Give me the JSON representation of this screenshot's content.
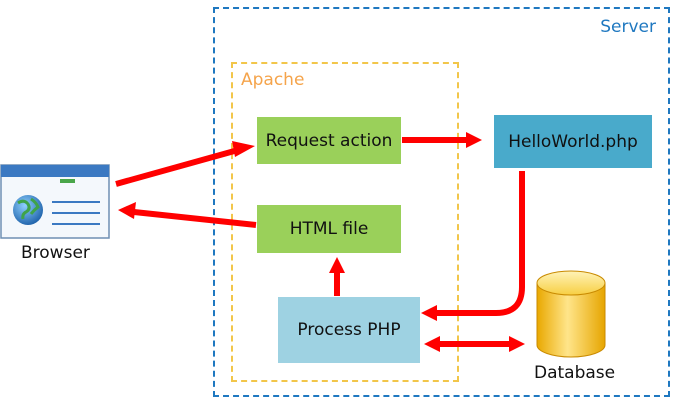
{
  "regions": {
    "server": {
      "label": "Server",
      "color": "#1f78c0"
    },
    "apache": {
      "label": "Apache",
      "color": "#f5a44b"
    }
  },
  "nodes": {
    "request_action": "Request action",
    "html_file": "HTML file",
    "helloworld": "HelloWorld.php",
    "process_php": "Process PHP"
  },
  "actors": {
    "browser": {
      "label": "Browser",
      "icon": "browser-window-icon"
    },
    "database": {
      "label": "Database",
      "icon": "database-cylinder-icon"
    }
  },
  "arrows": [
    {
      "from": "browser",
      "to": "request_action"
    },
    {
      "from": "request_action",
      "to": "helloworld"
    },
    {
      "from": "helloworld",
      "to": "process_php"
    },
    {
      "from": "process_php",
      "to": "html_file"
    },
    {
      "from": "html_file",
      "to": "browser"
    },
    {
      "from": "process_php",
      "to": "database",
      "bidirectional": true
    }
  ],
  "colors": {
    "arrow": "#ff0000",
    "request_node": "#9ad05a",
    "helloworld_node": "#49aacb",
    "process_node": "#9ed2e2"
  }
}
